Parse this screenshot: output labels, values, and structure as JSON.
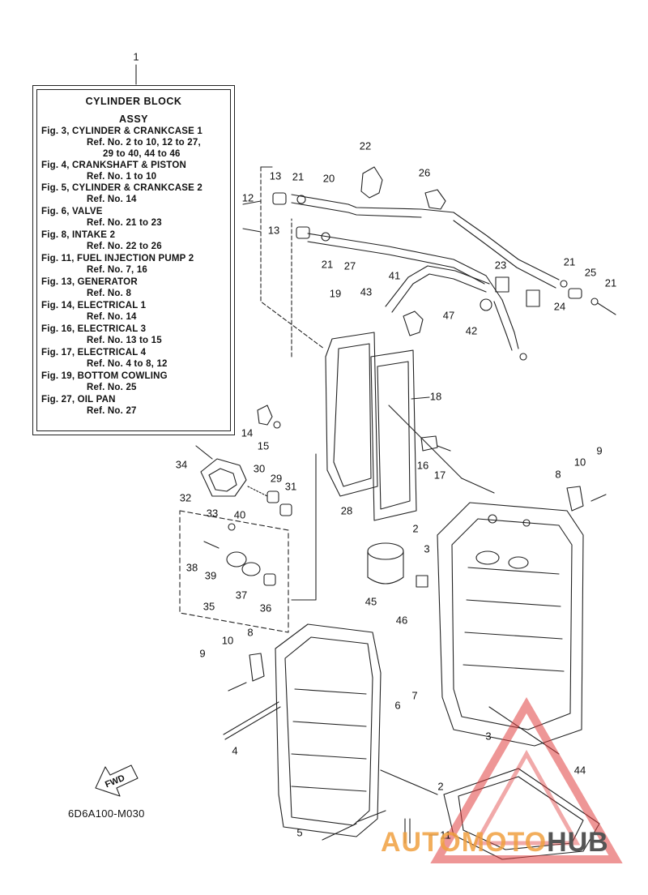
{
  "legend": {
    "title_line1": "CYLINDER BLOCK",
    "title_line2": "ASSY",
    "lines": [
      "Fig. 3, CYLINDER & CRANKCASE 1",
      "Ref. No. 2 to 10, 12 to 27,",
      "29 to 40, 44 to 46",
      "Fig. 4, CRANKSHAFT & PISTON",
      "Ref. No. 1 to 10",
      "Fig. 5, CYLINDER & CRANKCASE 2",
      "Ref. No. 14",
      "Fig. 6, VALVE",
      "Ref. No. 21 to 23",
      "Fig. 8, INTAKE 2",
      "Ref. No. 22 to 26",
      "Fig. 11, FUEL INJECTION PUMP 2",
      "Ref. No. 7, 16",
      "Fig. 13, GENERATOR",
      "Ref. No. 8",
      "Fig. 14, ELECTRICAL 1",
      "Ref. No. 14",
      "Fig. 16, ELECTRICAL 3",
      "Ref. No. 13 to 15",
      "Fig. 17, ELECTRICAL 4",
      "Ref. No. 4 to 8, 12",
      "Fig. 19, BOTTOM COWLING",
      "Ref. No. 25",
      "Fig. 27, OIL PAN",
      "Ref. No. 27"
    ]
  },
  "callouts": [
    "1",
    "22",
    "26",
    "13",
    "21",
    "20",
    "12",
    "13",
    "21",
    "27",
    "41",
    "23",
    "21",
    "25",
    "21",
    "24",
    "19",
    "43",
    "47",
    "42",
    "18",
    "14",
    "15",
    "16",
    "17",
    "34",
    "30",
    "29",
    "31",
    "32",
    "33",
    "28",
    "40",
    "9",
    "8",
    "10",
    "2",
    "3",
    "38",
    "39",
    "37",
    "36",
    "35",
    "45",
    "46",
    "8",
    "10",
    "9",
    "6",
    "7",
    "4",
    "3",
    "2",
    "44",
    "5",
    "11"
  ],
  "fwd_label": "FWD",
  "drawing_code": "6D6A100-M030",
  "watermark": {
    "part1": "AUTOMOTO",
    "part2": "HUB"
  },
  "colors": {
    "line": "#222222",
    "watermark_red": "#e04040",
    "watermark_orange": "#f0a040"
  }
}
